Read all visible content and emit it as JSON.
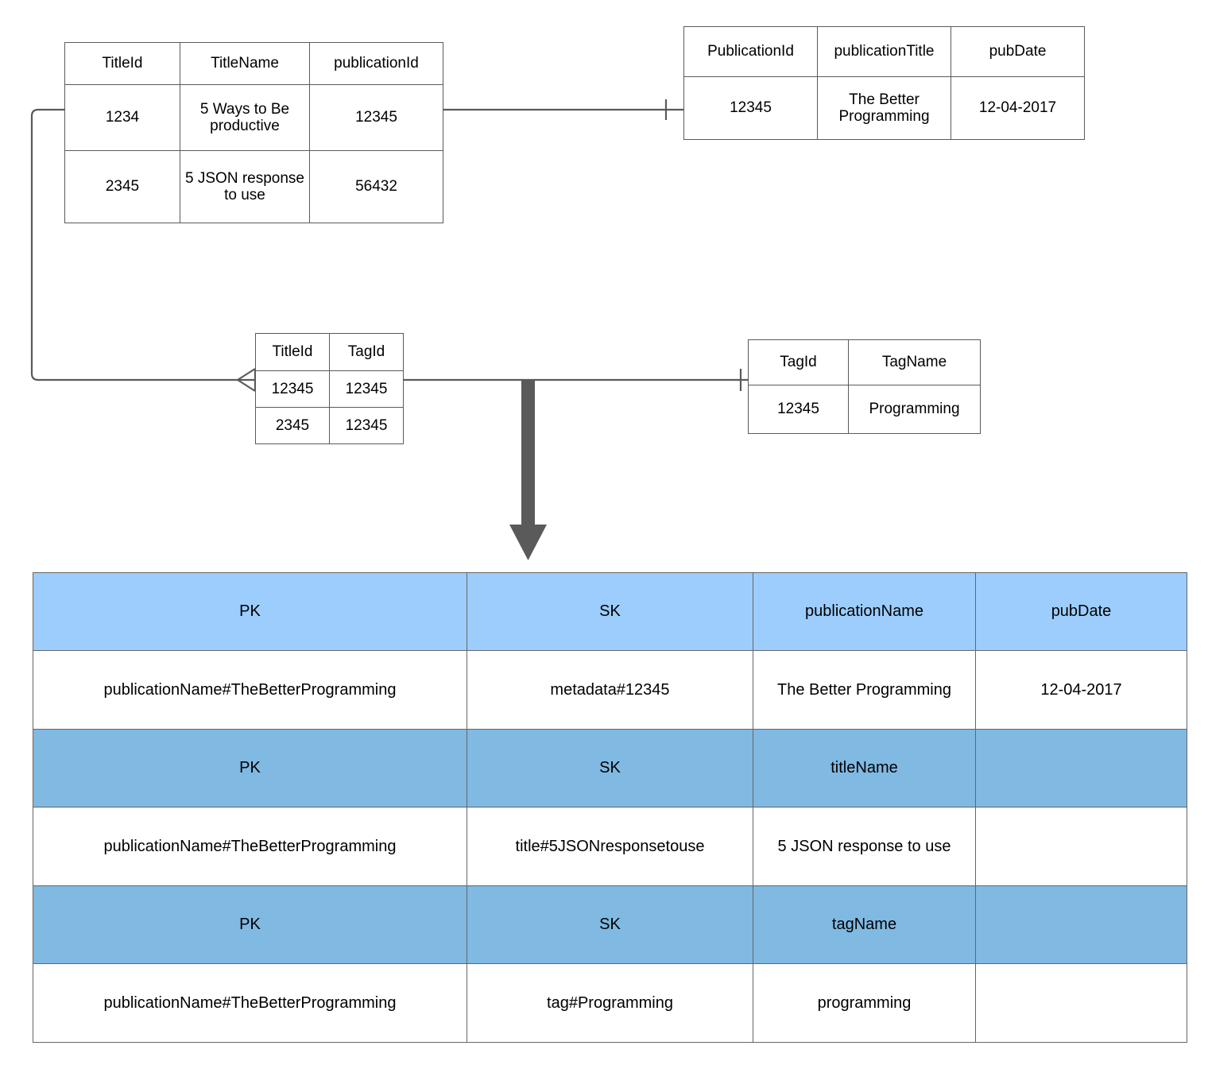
{
  "diagram": {
    "title_hint": "Relational to single-table DynamoDB design",
    "accent_header_light": "#9CCDFC",
    "accent_header_dark": "#80B9E2",
    "line_color": "#5A5A5A"
  },
  "er_tables": {
    "title": {
      "name": "Title",
      "headers": [
        "TitleId",
        "TitleName",
        "publicationId"
      ],
      "rows": [
        [
          "1234",
          "5 Ways to Be productive",
          "12345"
        ],
        [
          "2345",
          "5 JSON response to use",
          "56432"
        ]
      ]
    },
    "publication": {
      "name": "Publication",
      "headers": [
        "PublicationId",
        "publicationTitle",
        "pubDate"
      ],
      "rows": [
        [
          "12345",
          "The Better Programming",
          "12-04-2017"
        ]
      ]
    },
    "title_tag": {
      "name": "TitleTag",
      "headers": [
        "TitleId",
        "TagId"
      ],
      "rows": [
        [
          "12345",
          "12345"
        ],
        [
          "2345",
          "12345"
        ]
      ]
    },
    "tag": {
      "name": "Tag",
      "headers": [
        "TagId",
        "TagName"
      ],
      "rows": [
        [
          "12345",
          "Programming"
        ]
      ]
    }
  },
  "single_table": {
    "blocks": [
      {
        "headers": [
          "PK",
          "SK",
          "publicationName",
          "pubDate"
        ],
        "row": [
          "publicationName#TheBetterProgramming",
          "metadata#12345",
          "The Better Programming",
          "12-04-2017"
        ]
      },
      {
        "headers": [
          "PK",
          "SK",
          "titleName",
          ""
        ],
        "row": [
          "publicationName#TheBetterProgramming",
          "title#5JSONresponsetouse",
          "5 JSON response to use",
          ""
        ]
      },
      {
        "headers": [
          "PK",
          "SK",
          "tagName",
          ""
        ],
        "row": [
          "publicationName#TheBetterProgramming",
          "tag#Programming",
          "programming",
          ""
        ]
      }
    ]
  }
}
